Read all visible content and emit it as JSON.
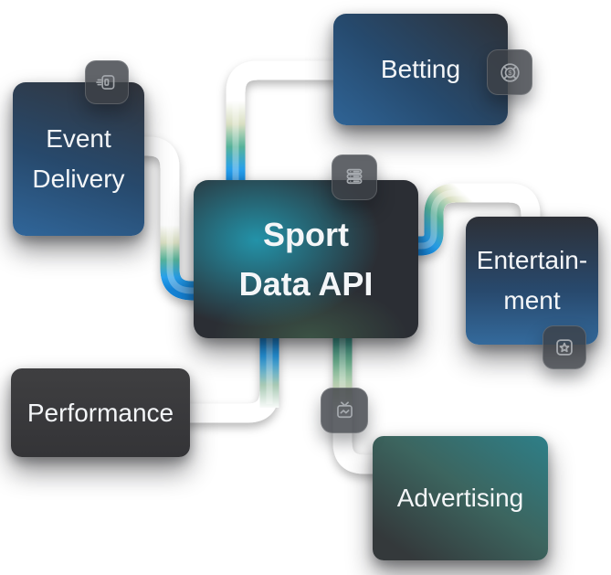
{
  "title": "Sport Data API integrations diagram",
  "background": "#ffffff",
  "center_node": {
    "lines": [
      "Sport",
      "Data API"
    ],
    "icon": "server-stack-icon"
  },
  "nodes": {
    "event_delivery": {
      "lines": [
        "Event",
        "Delivery"
      ],
      "icon": "fast-delivery-icon"
    },
    "betting": {
      "lines": [
        "Betting"
      ],
      "icon": "casino-chip-icon"
    },
    "entertainment": {
      "lines": [
        "Entertain-",
        "ment"
      ],
      "icon": "star-icon"
    },
    "performance": {
      "lines": [
        "Performance"
      ]
    },
    "advertising": {
      "lines": [
        "Advertising"
      ],
      "icon": "tv-icon"
    }
  },
  "connections": [
    {
      "from": "betting",
      "to": "sport_data_api"
    },
    {
      "from": "event_delivery",
      "to": "sport_data_api"
    },
    {
      "from": "sport_data_api",
      "to": "entertainment"
    },
    {
      "from": "sport_data_api",
      "to": "performance"
    },
    {
      "from": "sport_data_api",
      "to": "advertising"
    }
  ],
  "colors": {
    "pipe_white": "#ffffff",
    "pipe_blue": "#1484d8",
    "pipe_blue_bright": "#27a0ec",
    "pipe_green": "#55b29a",
    "pipe_sage": "#d9dfc2",
    "pipe_teal": "#2d9a90",
    "card_dark": "#2e3138",
    "card_blue": "#2f6496",
    "card_teal": "#2e7f88",
    "text": "#f4f6f8"
  }
}
